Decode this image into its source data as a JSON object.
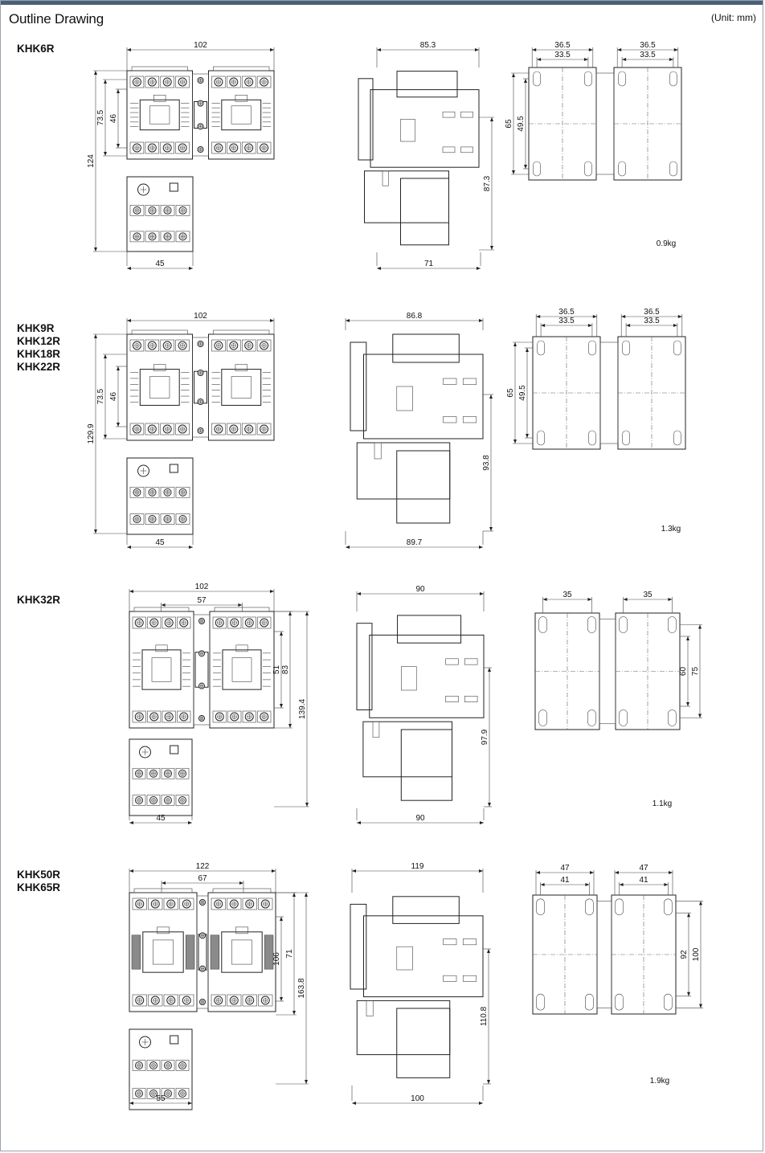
{
  "header": {
    "title": "Outline Drawing",
    "unit": "(Unit: mm)"
  },
  "rows": [
    {
      "models": [
        "KHK6R"
      ],
      "weight": "0.9kg",
      "front": {
        "width": "102",
        "overload_width": "45",
        "height_total": "124",
        "h1": "73.5",
        "h2": "46"
      },
      "side": {
        "depth_top": "85.3",
        "depth_bottom": "71",
        "height": "87.3"
      },
      "mount": {
        "pitch_outer_l": "36.5",
        "pitch_inner_l": "33.5",
        "pitch_outer_r": "36.5",
        "pitch_inner_r": "33.5",
        "v_outer": "65",
        "v_inner": "49.5"
      }
    },
    {
      "models": [
        "KHK9R",
        "KHK12R",
        "KHK18R",
        "KHK22R"
      ],
      "weight": "1.3kg",
      "front": {
        "width": "102",
        "overload_width": "45",
        "height_total": "129.9",
        "h1": "73.5",
        "h2": "46"
      },
      "side": {
        "depth_top": "86.8",
        "depth_bottom": "89.7",
        "height": "93.8"
      },
      "mount": {
        "pitch_outer_l": "36.5",
        "pitch_inner_l": "33.5",
        "pitch_outer_r": "36.5",
        "pitch_inner_r": "33.5",
        "v_outer": "65",
        "v_inner": "49.5"
      }
    },
    {
      "models": [
        "KHK32R"
      ],
      "weight": "1.1kg",
      "front": {
        "width": "102",
        "inner": "57",
        "overload_width": "45",
        "height_total": "139.4",
        "h1": "83",
        "h2": "51"
      },
      "side": {
        "depth_top": "90",
        "depth_bottom": "90",
        "height": "97.9"
      },
      "mount": {
        "pitch_l": "35",
        "pitch_r": "35",
        "v_inner": "60",
        "v_outer": "75"
      }
    },
    {
      "models": [
        "KHK50R",
        "KHK65R"
      ],
      "weight": "1.9kg",
      "front": {
        "width": "122",
        "inner": "67",
        "overload_width": "55",
        "height_total": "163.8",
        "h1": "106",
        "h2": "71"
      },
      "side": {
        "depth_top": "119",
        "depth_bottom": "100",
        "height": "110.8"
      },
      "mount": {
        "pitch_outer_l": "47",
        "pitch_inner_l": "41",
        "pitch_outer_r": "47",
        "pitch_inner_r": "41",
        "v_inner": "92",
        "v_outer": "100"
      }
    }
  ]
}
